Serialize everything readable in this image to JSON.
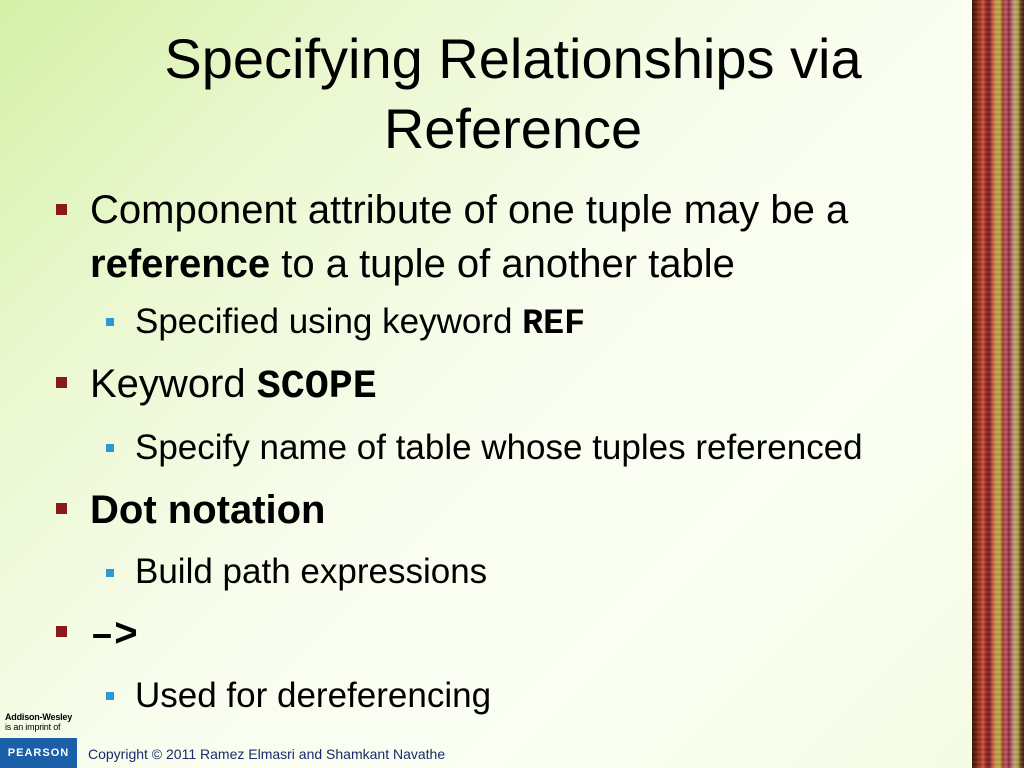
{
  "slide": {
    "title_line1": "Specifying Relationships via",
    "title_line2": "Reference"
  },
  "bullets": [
    {
      "level": 1,
      "line1": "Component attribute of one tuple may be a",
      "line2_bold": "reference",
      "line2_rest": " to a tuple of another table"
    },
    {
      "level": 2,
      "text": "Specified using keyword ",
      "code": "REF"
    },
    {
      "level": 1,
      "text": "Keyword ",
      "code": "SCOPE"
    },
    {
      "level": 2,
      "text": "Specify name of table whose tuples referenced"
    },
    {
      "level": 1,
      "bold_text": "Dot notation"
    },
    {
      "level": 2,
      "text": "Build path expressions"
    },
    {
      "level": 1,
      "code": "–>"
    },
    {
      "level": 2,
      "text": "Used for dereferencing"
    }
  ],
  "footer": {
    "copyright": "Copyright © 2011 Ramez Elmasri and Shamkant Navathe",
    "logo_aw_line1": "Addison-Wesley",
    "logo_aw_line2": "is an imprint of",
    "logo_pearson": "PEARSON"
  },
  "colors": {
    "bullet_level1": "#8a1a1a",
    "bullet_level2": "#2a9ad6",
    "footer_text": "#1a2a6a",
    "pearson_blue": "#1a5fa8"
  }
}
